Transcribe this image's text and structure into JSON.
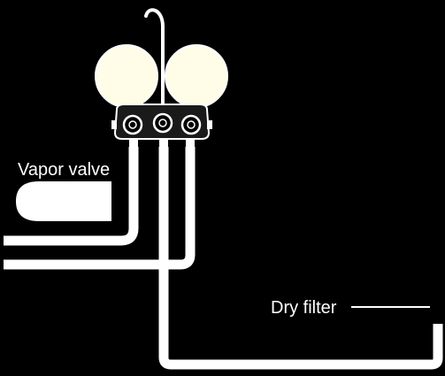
{
  "diagram": {
    "title": "",
    "labels": {
      "vapor_valve": "Vapor valve",
      "dry_filter": "Dry filter"
    },
    "components": {
      "hook": "hanging-hook",
      "gauges": [
        "left-pressure-gauge",
        "right-pressure-gauge"
      ],
      "manifold": "manifold-block",
      "valve": "vapor-valve-body",
      "hoses": [
        "left-hose",
        "center-hose",
        "right-hose"
      ],
      "filter_pipe": "dry-filter-pipe"
    },
    "colors": {
      "background": "#000000",
      "foreground": "#ffffff",
      "gauge_face": "#fffde8",
      "manifold_body": "#1a1a1a"
    }
  }
}
